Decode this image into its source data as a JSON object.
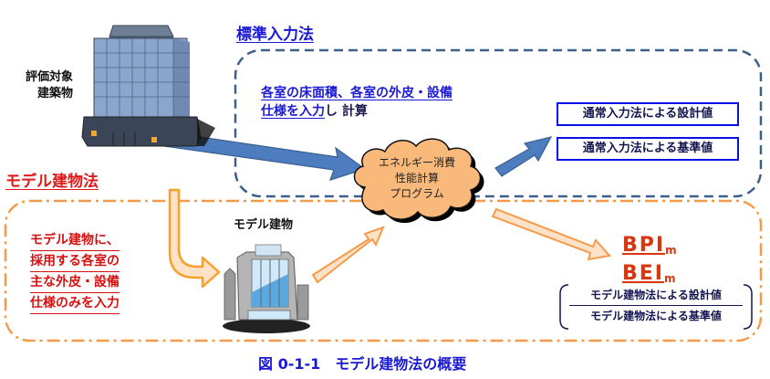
{
  "figure": {
    "caption": "図 0-1-1　モデル建物法の概要"
  },
  "target_building": {
    "label_line1": "評価対象",
    "label_line2": "建築物",
    "icon": "office-building-icon"
  },
  "standard_method": {
    "title": "標準入力法",
    "description_line1": "各室の床面積、各室の外皮・設備",
    "description_line2_underlined": "仕様を入力",
    "description_line2_rest": "し 計算",
    "results": [
      "通常入力法による設計値",
      "通常入力法による基準値"
    ],
    "color": "#1a1ad6",
    "border_color": "#3d5f8c"
  },
  "program_cloud": {
    "line1": "エネルギー消費",
    "line2": "性能計算",
    "line3": "プログラム",
    "fill_color": "#f9b97a"
  },
  "model_method": {
    "title": "モデル建物法",
    "description": [
      "モデル建物に、",
      "採用する各室の",
      "主な外皮・設備",
      "仕様のみを入力"
    ],
    "model_building_label": "モデル建物",
    "model_building_icon": "model-building-icon",
    "indices": [
      {
        "main": "BPI",
        "sub": "m"
      },
      {
        "main": "BEI",
        "sub": "m"
      }
    ],
    "results": [
      "モデル建物法による設計値",
      "モデル建物法による基準値"
    ],
    "color": "#e01818",
    "border_color": "#f59a4a"
  }
}
